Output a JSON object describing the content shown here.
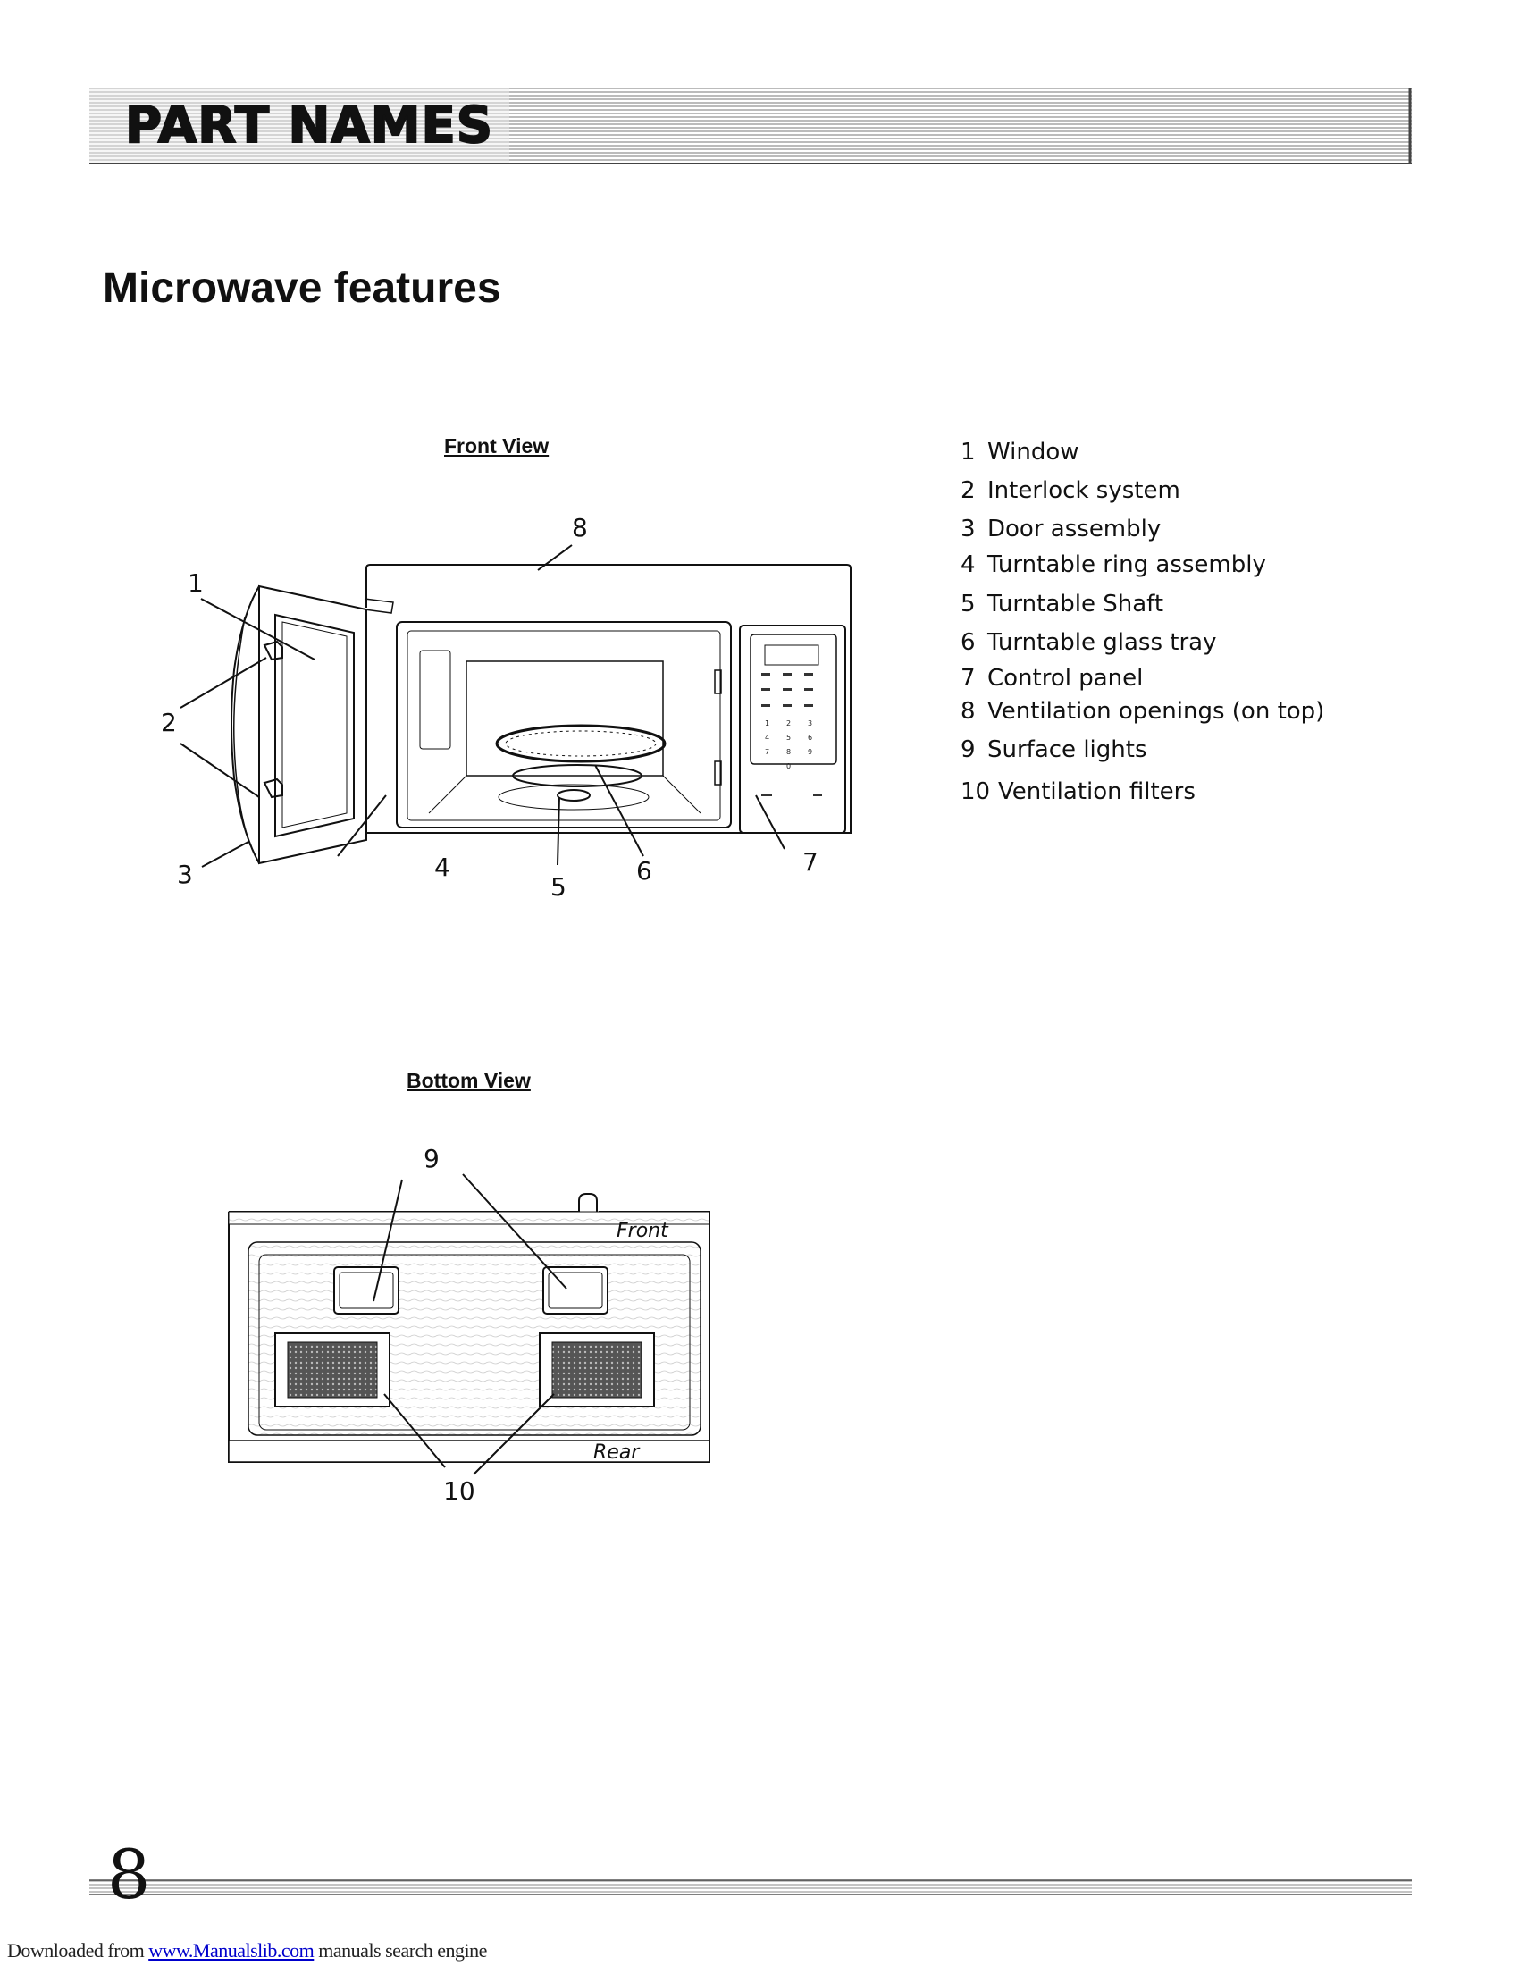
{
  "header": {
    "title": "PART NAMES"
  },
  "page_title": "Microwave features",
  "front_view": {
    "label": "Front View",
    "callouts": [
      "1",
      "2",
      "3",
      "4",
      "5",
      "6",
      "7",
      "8"
    ],
    "keypad_digits": [
      "1",
      "2",
      "3",
      "4",
      "5",
      "6",
      "7",
      "8",
      "9",
      "0"
    ]
  },
  "bottom_view": {
    "label": "Bottom View",
    "callouts": [
      "9",
      "10"
    ],
    "front_label": "Front",
    "rear_label": "Rear"
  },
  "parts": [
    {
      "num": "1",
      "name": "Window"
    },
    {
      "num": "2",
      "name": "Interlock system"
    },
    {
      "num": "3",
      "name": "Door assembly"
    },
    {
      "num": "4",
      "name": "Turntable ring assembly"
    },
    {
      "num": "5",
      "name": "Turntable Shaft"
    },
    {
      "num": "6",
      "name": "Turntable glass  tray"
    },
    {
      "num": "7",
      "name": "Control panel"
    },
    {
      "num": "8",
      "name": "Ventilation openings (on top)"
    },
    {
      "num": "9",
      "name": "Surface lights"
    },
    {
      "num": "10",
      "name": "Ventilation filters"
    }
  ],
  "page_number": "8",
  "footer": {
    "prefix": "Downloaded from ",
    "link": "www.Manualslib.com",
    "suffix": "  manuals search engine"
  }
}
